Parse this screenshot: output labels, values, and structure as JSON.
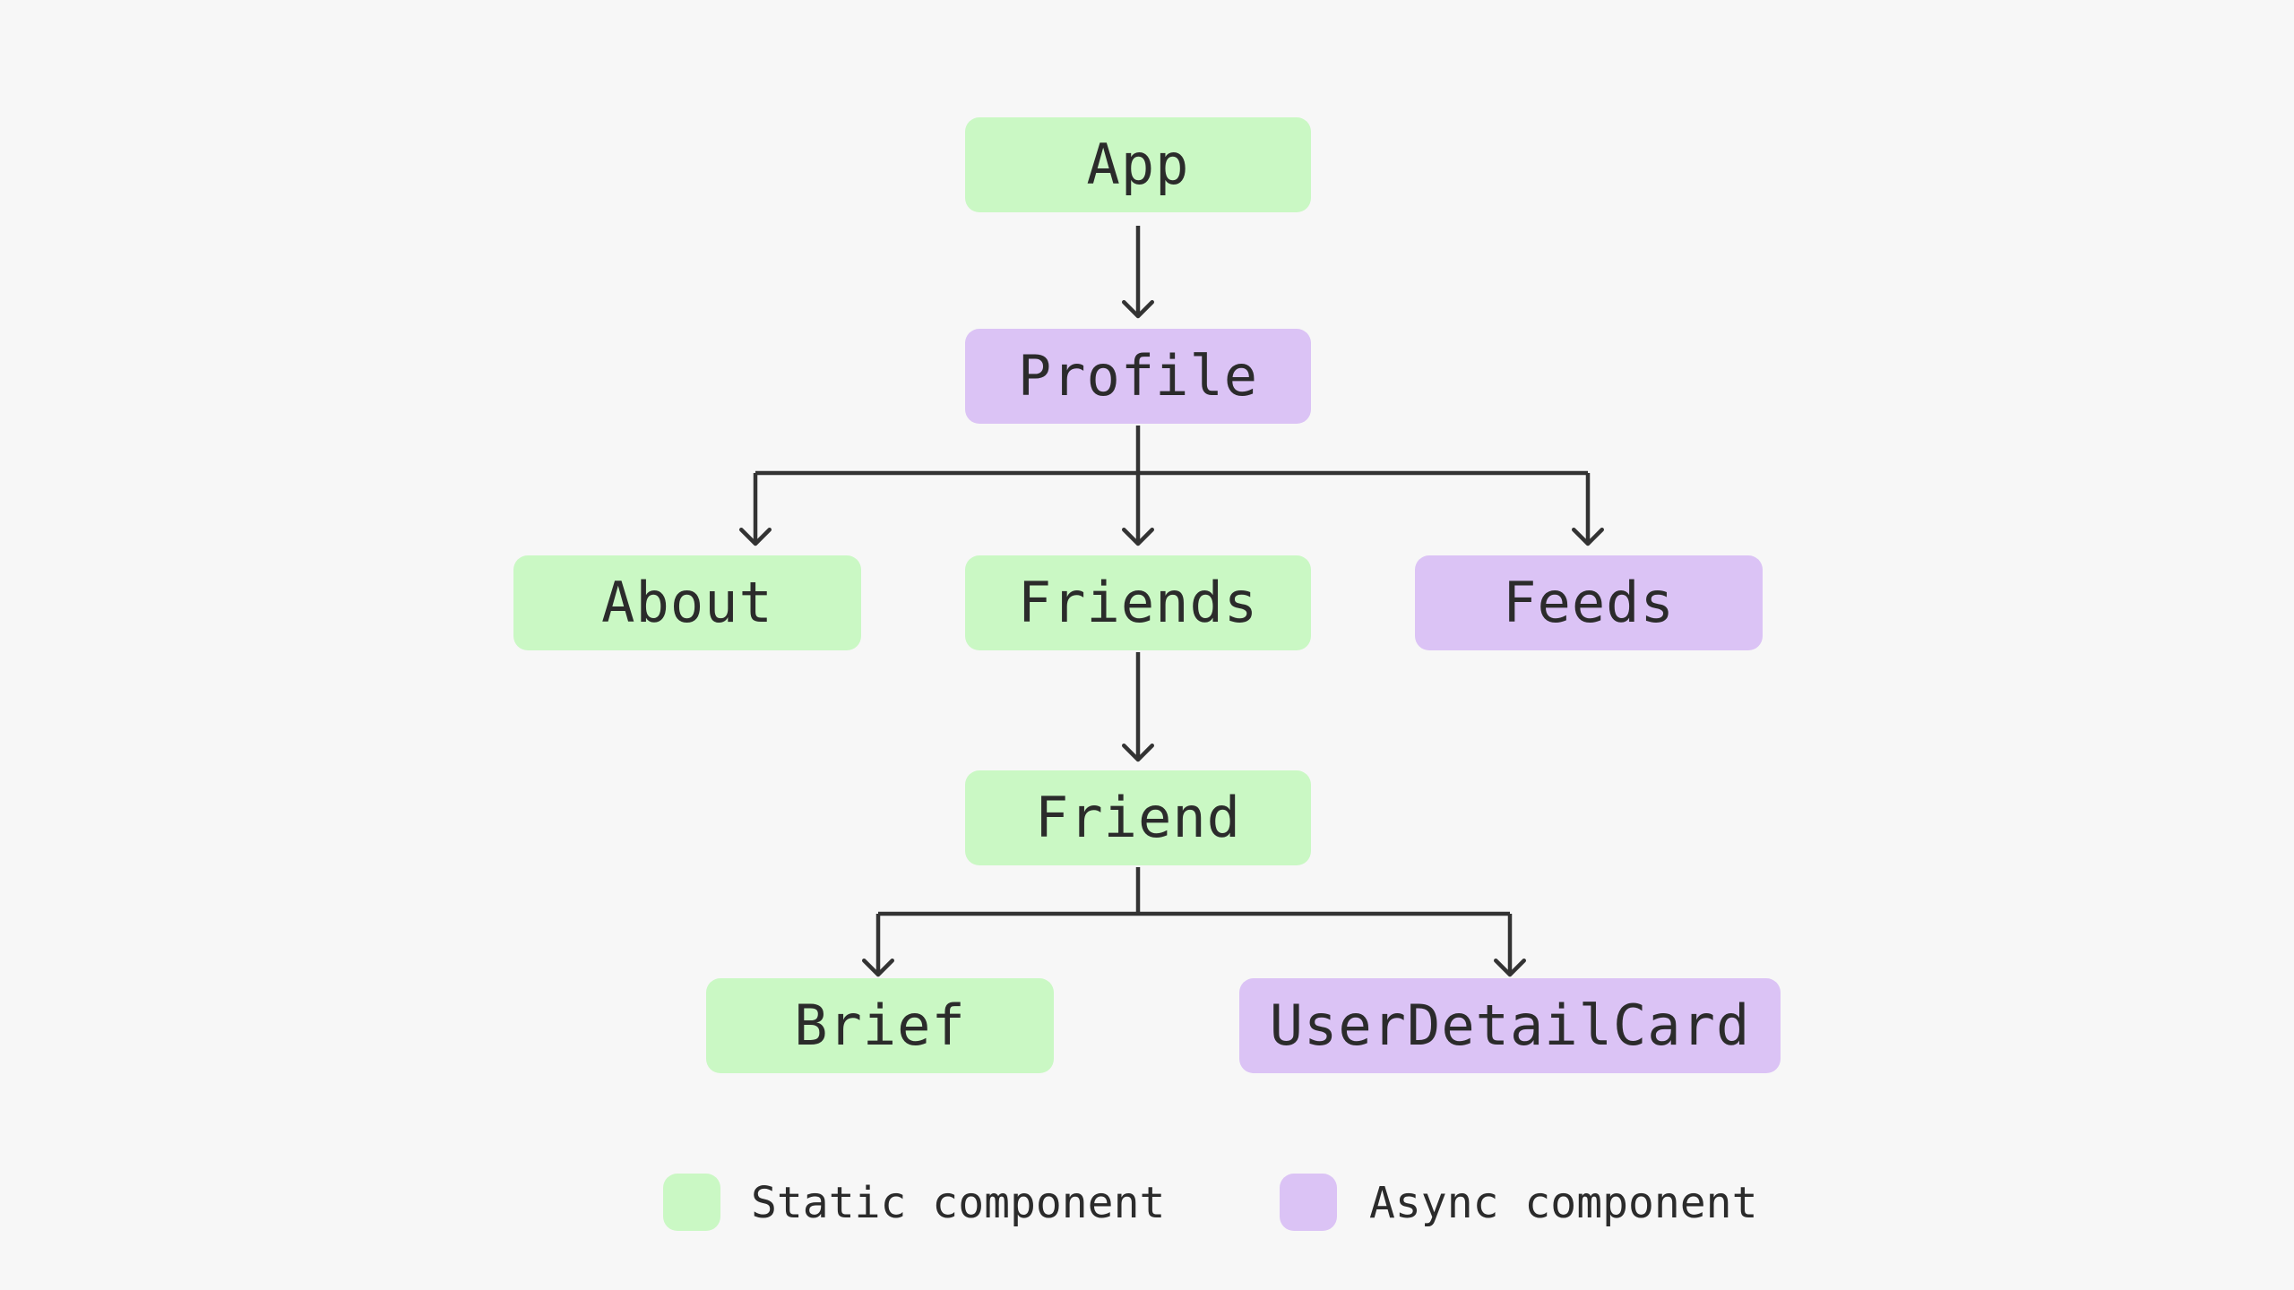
{
  "diagram": {
    "type": "component-tree-flowchart",
    "nodes": [
      {
        "id": "app",
        "label": "App",
        "type": "static"
      },
      {
        "id": "profile",
        "label": "Profile",
        "type": "async"
      },
      {
        "id": "about",
        "label": "About",
        "type": "static"
      },
      {
        "id": "friends",
        "label": "Friends",
        "type": "static"
      },
      {
        "id": "feeds",
        "label": "Feeds",
        "type": "async"
      },
      {
        "id": "friend",
        "label": "Friend",
        "type": "static"
      },
      {
        "id": "brief",
        "label": "Brief",
        "type": "static"
      },
      {
        "id": "user-detail-card",
        "label": "UserDetailCard",
        "type": "async"
      }
    ],
    "edges": [
      {
        "from": "App",
        "to": "Profile"
      },
      {
        "from": "Profile",
        "to": "About"
      },
      {
        "from": "Profile",
        "to": "Friends"
      },
      {
        "from": "Profile",
        "to": "Feeds"
      },
      {
        "from": "Friends",
        "to": "Friend"
      },
      {
        "from": "Friend",
        "to": "Brief"
      },
      {
        "from": "Friend",
        "to": "UserDetailCard"
      }
    ],
    "legend": {
      "items": [
        {
          "label": "Static component",
          "type": "static"
        },
        {
          "label": "Async component",
          "type": "async"
        }
      ]
    },
    "colors": {
      "static_fill": "#caf8c4",
      "async_fill": "#dbc3f5",
      "connector": "#333333",
      "text": "#2b2b2b",
      "background": "#f7f7f7"
    }
  }
}
